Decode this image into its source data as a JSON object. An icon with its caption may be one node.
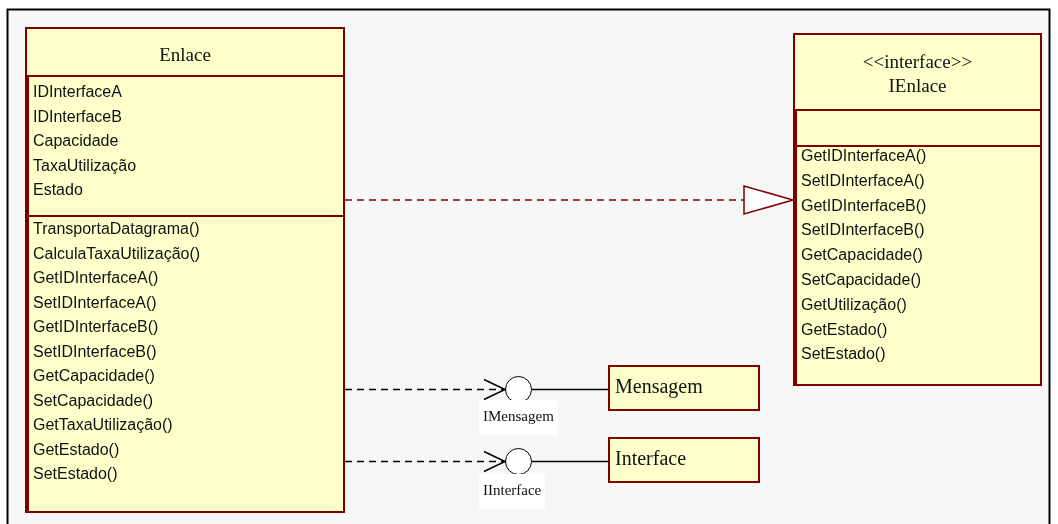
{
  "diagram": {
    "nodes": [
      {
        "text": [
          "Enlace"
        ]
      },
      {
        "text": [
          "IDInterfaceA",
          "IDInterfaceB",
          "Capacidade",
          "TaxaUtilização",
          "Estado"
        ],
        "in": 0
      },
      {
        "text": [
          "TransportaDatagrama()",
          "CalculaTaxaUtilização()",
          "GetIDInterfaceA()",
          "SetIDInterfaceA()",
          "GetIDInterfaceB()",
          "SetIDInterfaceB()",
          "GetCapacidade()",
          "SetCapacidade()",
          "GetTaxaUtilização()",
          "GetEstado()",
          "SetEstado()"
        ],
        "in": 0
      },
      {
        "text": [
          "<<interface>>",
          "IEnlace"
        ]
      },
      {
        "text": [],
        "shape": "box",
        "in": 3
      },
      {
        "text": [
          "GetIDInterfaceA()",
          "SetIDInterfaceA()",
          "GetIDInterfaceB()",
          "SetIDInterfaceB()",
          "GetCapacidade()",
          "SetCapacidade()",
          "GetUtilização()",
          "GetEstado()",
          "SetEstado()"
        ],
        "in": 3
      },
      {
        "text": [],
        "shape": "circle",
        "beside": [
          "IMensagem"
        ]
      },
      {
        "text": [
          "Mensagem"
        ]
      },
      {
        "text": [],
        "shape": "circle",
        "beside": [
          "IInterface"
        ]
      },
      {
        "text": [
          "Interface"
        ]
      }
    ],
    "edges": [
      {
        "from": 0,
        "to": 3,
        "arrow": "to",
        "style": "dashed",
        "color": "#800000"
      },
      {
        "from": 0,
        "to": 6,
        "arrow": "to",
        "style": "dashed"
      },
      {
        "from": 6,
        "to": 7,
        "arrow": "none"
      },
      {
        "from": 0,
        "to": 8,
        "arrow": "to",
        "style": "dashed"
      },
      {
        "from": 8,
        "to": 9,
        "arrow": "none"
      }
    ]
  }
}
